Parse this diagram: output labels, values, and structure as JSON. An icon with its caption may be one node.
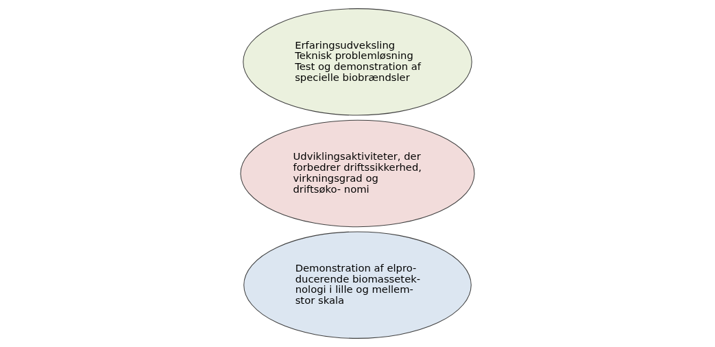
{
  "diagram": {
    "nodes": [
      {
        "text": [
          "Demonstration af elpro- ducerende biomassetek- nologi i lille og mellem- stor skala"
        ]
      },
      {
        "text": [
          "Udviklingsaktiviteter, der forbedrer driftssikkerhed, virkningsgrad og driftsøko- nomi"
        ]
      },
      {
        "text": [
          "Erfaringsudveksling",
          "Teknisk problemløsning",
          "Test og demonstration af specielle biobrændsler"
        ]
      }
    ]
  }
}
